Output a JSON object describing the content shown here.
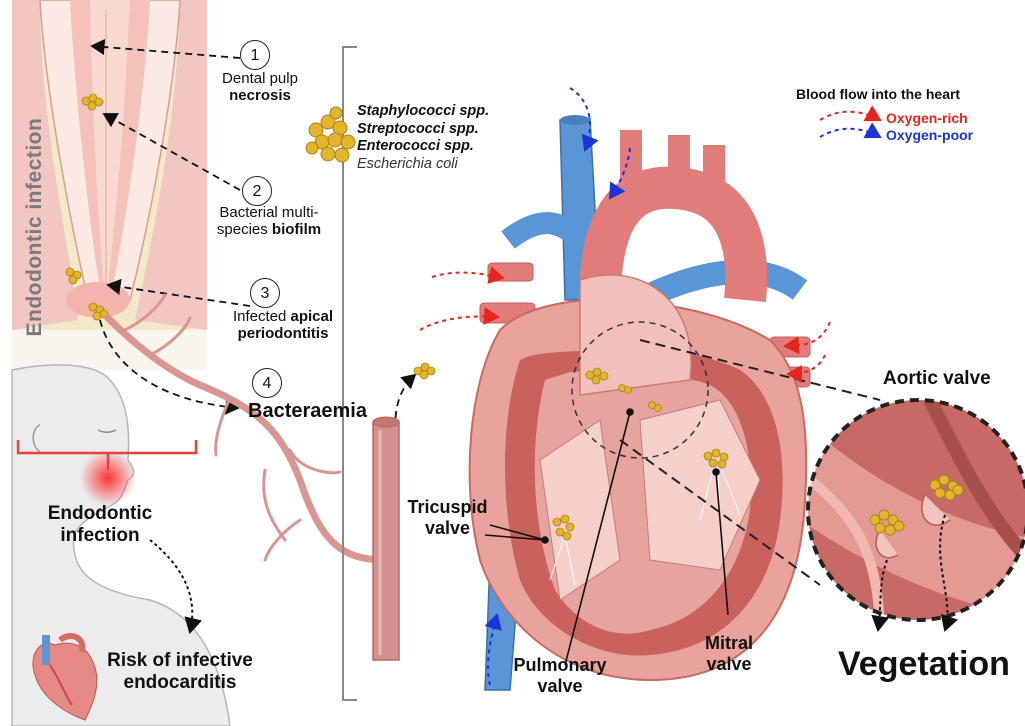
{
  "side_label": "Endodontic infection",
  "steps": [
    {
      "number": "1",
      "text_plain": "Dental pulp",
      "text_bold": "necrosis"
    },
    {
      "number": "2",
      "text_plain": "Bacterial multi-species",
      "text_bold": "biofilm"
    },
    {
      "number": "3",
      "text_plain": "Infected",
      "text_bold": "apical periodontitis"
    },
    {
      "number": "4",
      "text_bold": "Bacteraemia"
    }
  ],
  "bacteria": [
    {
      "name": "Staphylococci spp.",
      "bold": true
    },
    {
      "name": "Streptococci spp.",
      "bold": true
    },
    {
      "name": "Enterococci spp.",
      "bold": true
    },
    {
      "name": "Escherichia coli",
      "bold": false
    }
  ],
  "legend": {
    "title": "Blood flow into the heart",
    "items": [
      {
        "label": "Oxygen-rich",
        "color": "#e8241f"
      },
      {
        "label": "Oxygen-poor",
        "color": "#1d33d6"
      }
    ]
  },
  "heart_labels": {
    "aortic_valve": "Aortic valve",
    "tricuspid_valve": "Tricuspid valve",
    "pulmonary_valve": "Pulmonary valve",
    "mitral_valve": "Mitral valve",
    "vegetation": "Vegetation"
  },
  "patient": {
    "infection": "Endodontic infection",
    "risk": "Risk of infective endocarditis"
  }
}
